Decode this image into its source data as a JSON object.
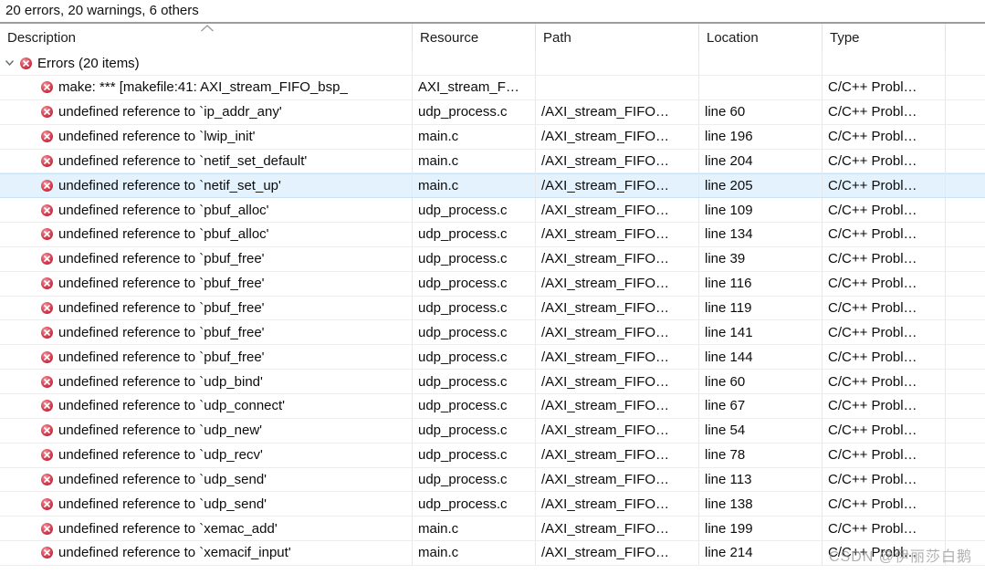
{
  "status_bar": {
    "summary": "20 errors, 20 warnings, 6 others"
  },
  "table": {
    "columns": [
      {
        "id": "description",
        "label": "Description",
        "sorted_ascending": true
      },
      {
        "id": "resource",
        "label": "Resource"
      },
      {
        "id": "path",
        "label": "Path"
      },
      {
        "id": "location",
        "label": "Location"
      },
      {
        "id": "type",
        "label": "Type"
      }
    ],
    "group": {
      "label": "Errors (20 items)",
      "expanded": true
    },
    "rows": [
      {
        "description": "make: *** [makefile:41: AXI_stream_FIFO_bsp_",
        "resource": "AXI_stream_F…",
        "path": "",
        "location": "",
        "type": "C/C++ Probl…",
        "selected": false
      },
      {
        "description": "undefined reference to `ip_addr_any'",
        "resource": "udp_process.c",
        "path": "/AXI_stream_FIFO…",
        "location": "line 60",
        "type": "C/C++ Probl…",
        "selected": false
      },
      {
        "description": "undefined reference to `lwip_init'",
        "resource": "main.c",
        "path": "/AXI_stream_FIFO…",
        "location": "line 196",
        "type": "C/C++ Probl…",
        "selected": false
      },
      {
        "description": "undefined reference to `netif_set_default'",
        "resource": "main.c",
        "path": "/AXI_stream_FIFO…",
        "location": "line 204",
        "type": "C/C++ Probl…",
        "selected": false
      },
      {
        "description": "undefined reference to `netif_set_up'",
        "resource": "main.c",
        "path": "/AXI_stream_FIFO…",
        "location": "line 205",
        "type": "C/C++ Probl…",
        "selected": true
      },
      {
        "description": "undefined reference to `pbuf_alloc'",
        "resource": "udp_process.c",
        "path": "/AXI_stream_FIFO…",
        "location": "line 109",
        "type": "C/C++ Probl…",
        "selected": false
      },
      {
        "description": "undefined reference to `pbuf_alloc'",
        "resource": "udp_process.c",
        "path": "/AXI_stream_FIFO…",
        "location": "line 134",
        "type": "C/C++ Probl…",
        "selected": false
      },
      {
        "description": "undefined reference to `pbuf_free'",
        "resource": "udp_process.c",
        "path": "/AXI_stream_FIFO…",
        "location": "line 39",
        "type": "C/C++ Probl…",
        "selected": false
      },
      {
        "description": "undefined reference to `pbuf_free'",
        "resource": "udp_process.c",
        "path": "/AXI_stream_FIFO…",
        "location": "line 116",
        "type": "C/C++ Probl…",
        "selected": false
      },
      {
        "description": "undefined reference to `pbuf_free'",
        "resource": "udp_process.c",
        "path": "/AXI_stream_FIFO…",
        "location": "line 119",
        "type": "C/C++ Probl…",
        "selected": false
      },
      {
        "description": "undefined reference to `pbuf_free'",
        "resource": "udp_process.c",
        "path": "/AXI_stream_FIFO…",
        "location": "line 141",
        "type": "C/C++ Probl…",
        "selected": false
      },
      {
        "description": "undefined reference to `pbuf_free'",
        "resource": "udp_process.c",
        "path": "/AXI_stream_FIFO…",
        "location": "line 144",
        "type": "C/C++ Probl…",
        "selected": false
      },
      {
        "description": "undefined reference to `udp_bind'",
        "resource": "udp_process.c",
        "path": "/AXI_stream_FIFO…",
        "location": "line 60",
        "type": "C/C++ Probl…",
        "selected": false
      },
      {
        "description": "undefined reference to `udp_connect'",
        "resource": "udp_process.c",
        "path": "/AXI_stream_FIFO…",
        "location": "line 67",
        "type": "C/C++ Probl…",
        "selected": false
      },
      {
        "description": "undefined reference to `udp_new'",
        "resource": "udp_process.c",
        "path": "/AXI_stream_FIFO…",
        "location": "line 54",
        "type": "C/C++ Probl…",
        "selected": false
      },
      {
        "description": "undefined reference to `udp_recv'",
        "resource": "udp_process.c",
        "path": "/AXI_stream_FIFO…",
        "location": "line 78",
        "type": "C/C++ Probl…",
        "selected": false
      },
      {
        "description": "undefined reference to `udp_send'",
        "resource": "udp_process.c",
        "path": "/AXI_stream_FIFO…",
        "location": "line 113",
        "type": "C/C++ Probl…",
        "selected": false
      },
      {
        "description": "undefined reference to `udp_send'",
        "resource": "udp_process.c",
        "path": "/AXI_stream_FIFO…",
        "location": "line 138",
        "type": "C/C++ Probl…",
        "selected": false
      },
      {
        "description": "undefined reference to `xemac_add'",
        "resource": "main.c",
        "path": "/AXI_stream_FIFO…",
        "location": "line 199",
        "type": "C/C++ Probl…",
        "selected": false
      },
      {
        "description": "undefined reference to `xemacif_input'",
        "resource": "main.c",
        "path": "/AXI_stream_FIFO…",
        "location": "line 214",
        "type": "C/C++ Probl…",
        "selected": false
      }
    ]
  },
  "icons": {
    "error_badge": "circle-with-white-x",
    "group_twisty": "chevron-down",
    "sort_indicator": "caret-up"
  },
  "colors": {
    "error_red": "#c92a40",
    "selection_bg": "#e4f2fd",
    "selection_border": "#c8e3f8",
    "grid_line": "#e8e8e8",
    "table_top_border": "#9c9c9c"
  },
  "watermark": {
    "text": "CSDN @伊丽莎白鹅"
  }
}
